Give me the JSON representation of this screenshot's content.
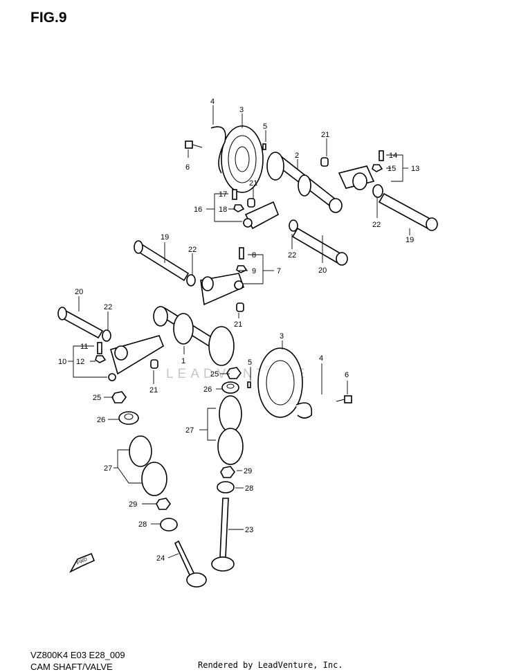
{
  "figure": {
    "title": "FIG.9"
  },
  "footer": {
    "model_code": "VZ800K4 E03 E28_009",
    "section_name": "CAM SHAFT/VALVE",
    "credit": "Rendered by LeadVenture, Inc."
  },
  "watermark": {
    "text": "LEADVENTURE"
  },
  "direction_arrow": {
    "label": "FWD"
  },
  "callouts": {
    "c1a": "1",
    "c1b": "2",
    "c3a": "3",
    "c3b": "3",
    "c4a": "4",
    "c4b": "4",
    "c5a": "5",
    "c5b": "5",
    "c6a": "6",
    "c6b": "6",
    "c7": "7",
    "c8": "8",
    "c9": "9",
    "c10": "10",
    "c11": "11",
    "c12": "12",
    "c13": "13",
    "c14": "14",
    "c15": "15",
    "c16": "16",
    "c17": "17",
    "c18": "18",
    "c19a": "19",
    "c19b": "19",
    "c20a": "20",
    "c20b": "20",
    "c21a": "21",
    "c21b": "21",
    "c21c": "21",
    "c21d": "21",
    "c22a": "22",
    "c22b": "22",
    "c22c": "22",
    "c22d": "22",
    "c23": "23",
    "c24": "24",
    "c25a": "25",
    "c25b": "25",
    "c26a": "26",
    "c26b": "26",
    "c27a": "27",
    "c27b": "27",
    "c28a": "28",
    "c28b": "28",
    "c29a": "29",
    "c29b": "29"
  }
}
